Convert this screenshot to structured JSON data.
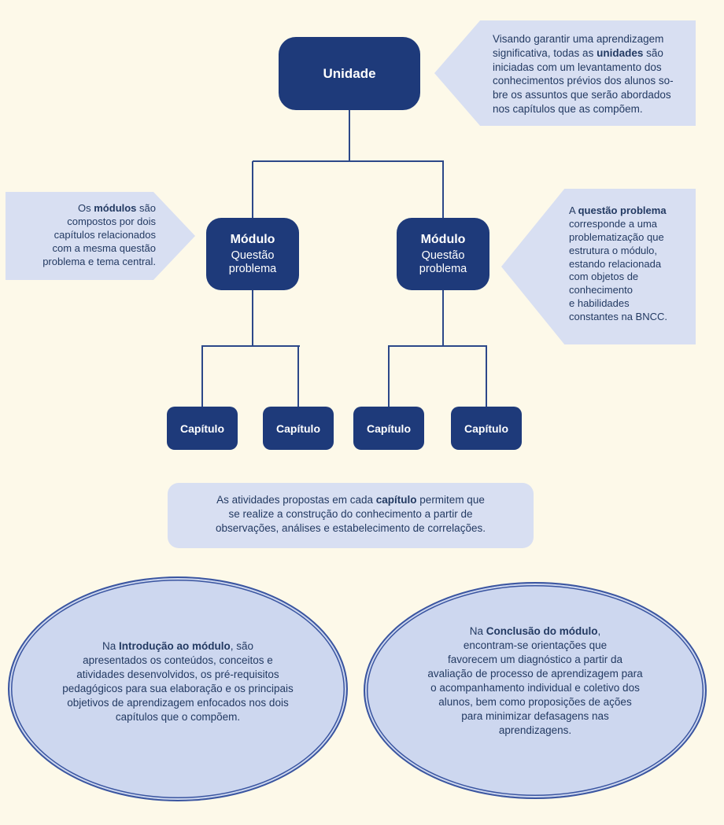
{
  "tree": {
    "root": {
      "label": "Unidade"
    },
    "modules": [
      {
        "title": "Módulo",
        "subtitle": "Questão\nproblema"
      },
      {
        "title": "Módulo",
        "subtitle": "Questão\nproblema"
      }
    ],
    "chapters": [
      "Capítulo",
      "Capítulo",
      "Capítulo",
      "Capítulo"
    ]
  },
  "callouts": {
    "unit": {
      "segments": [
        {
          "t": "Visando garantir uma aprendizagem\nsignificativa, todas as ",
          "b": false
        },
        {
          "t": "unidades",
          "b": true
        },
        {
          "t": " são\niniciadas com um levantamento dos\nconhecimentos prévios dos alunos so-\nbre os assuntos que serão abordados\nnos capítulos que as compõem.",
          "b": false
        }
      ]
    },
    "modules": {
      "segments": [
        {
          "t": "Os ",
          "b": false
        },
        {
          "t": "módulos",
          "b": true
        },
        {
          "t": " são\ncompostos por dois\ncapítulos relacionados\ncom a mesma questão\nproblema e tema central.",
          "b": false
        }
      ]
    },
    "question": {
      "segments": [
        {
          "t": "A ",
          "b": false
        },
        {
          "t": "questão problema",
          "b": true
        },
        {
          "t": "\ncorresponde a uma\nproblematização que\nestrutura o módulo,\nestando relacionada\ncom objetos de\nconhecimento\ne habilidades\nconstantes na BNCC.",
          "b": false
        }
      ]
    },
    "chapters": {
      "segments": [
        {
          "t": "As atividades propostas em cada ",
          "b": false
        },
        {
          "t": "capítulo",
          "b": true
        },
        {
          "t": " permitem que\nse realize a construção do conhecimento a partir de\nobservações, análises e estabelecimento de correlações.",
          "b": false
        }
      ]
    }
  },
  "ellipses": {
    "introduction": {
      "segments": [
        {
          "t": "Na ",
          "b": false
        },
        {
          "t": "Introdução ao módulo",
          "b": true
        },
        {
          "t": ", são\napresentados os conteúdos, conceitos e\natividades desenvolvidos, os pré-requisitos\npedagógicos para sua elaboração e os principais\nobjetivos de aprendizagem enfocados nos dois\ncapítulos que o compõem.",
          "b": false
        }
      ]
    },
    "conclusion": {
      "segments": [
        {
          "t": "Na ",
          "b": false
        },
        {
          "t": "Conclusão do módulo",
          "b": true
        },
        {
          "t": ",\nencontram-se orientações que\nfavorecem um diagnóstico a partir da\navaliação de processo de aprendizagem para\no acompanhamento individual e coletivo dos\nalunos, bem como proposições de ações\npara minimizar defasagens nas\naprendizagens.",
          "b": false
        }
      ]
    }
  },
  "colors": {
    "background": "#FDF9E9",
    "node_fill": "#1E3A7A",
    "node_text": "#FFFFFF",
    "callout_fill": "#D8DFF2",
    "ellipse_fill": "#CDD7EF",
    "ellipse_border": "#3A55A0",
    "connector_line": "#2C4889",
    "body_text": "#233A62"
  }
}
